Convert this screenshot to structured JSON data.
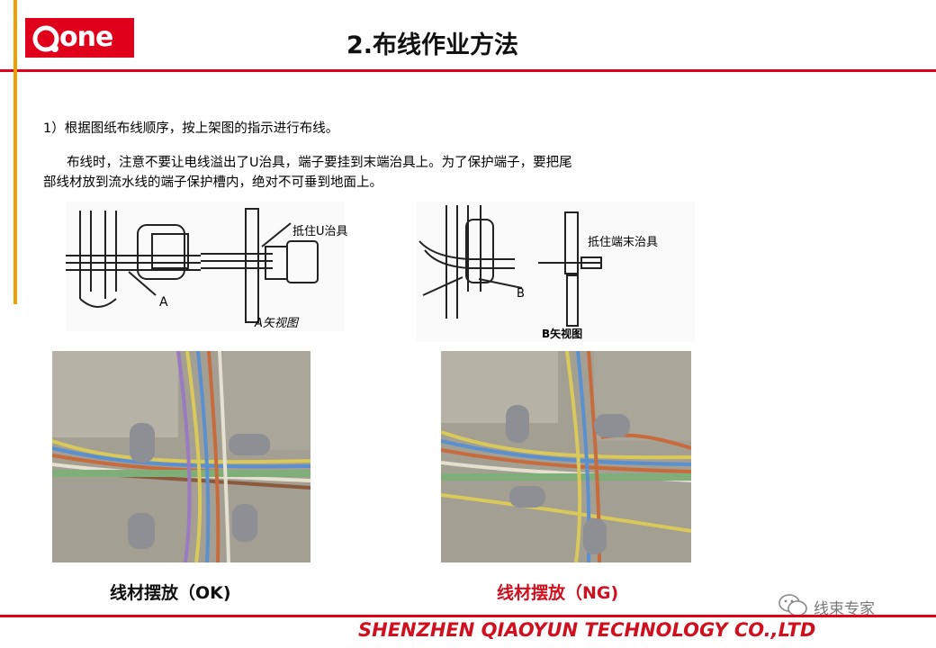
{
  "logo": {
    "text": "one"
  },
  "title": "2.布线作业方法",
  "body": {
    "line1": "1）根据图纸布线顺序，按上架图的指示进行布线。",
    "line2": "布线时，注意不要让电线溢出了U治具，端子要挂到末端治具上。为了保护端子，要把尾",
    "line3": "部线材放到流水线的端子保护槽内，绝对不可垂到地面上。"
  },
  "diagram_a": {
    "callout": "抵住U治具",
    "marker": "A",
    "caption": "A矢视图"
  },
  "diagram_b": {
    "callout": "抵住端末治具",
    "marker": "B",
    "caption": "B矢视图"
  },
  "photos": {
    "ok_caption": "线材摆放（OK)",
    "ng_caption": "线材摆放（NG)"
  },
  "watermark": "线束专家",
  "footer": {
    "company": "SHENZHEN QIAOYUN TECHNOLOGY CO.,LTD"
  },
  "colors": {
    "brand_red": "#e0001b",
    "accent_orange": "#f0a000",
    "ng_red": "#d0101f"
  }
}
